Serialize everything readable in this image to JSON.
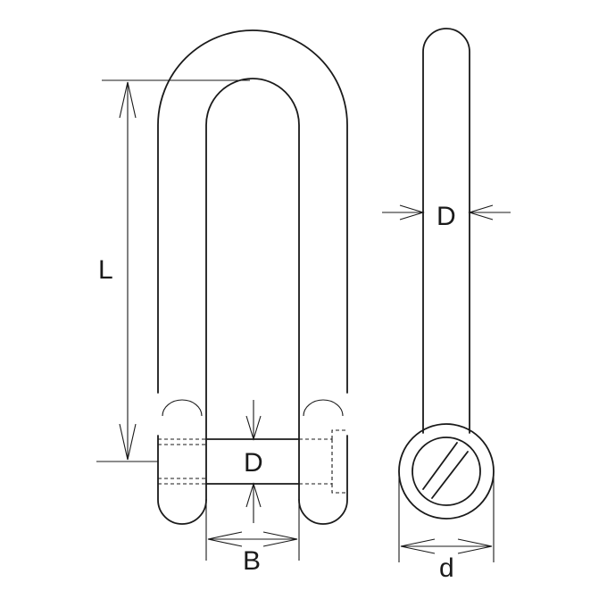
{
  "diagram": {
    "labels": {
      "length": "L",
      "pin_diameter": "D",
      "body_diameter": "D",
      "inner_width": "B",
      "eye_diameter": "d"
    },
    "colors": {
      "line": "#1a1a1a",
      "background": "#ffffff"
    }
  }
}
